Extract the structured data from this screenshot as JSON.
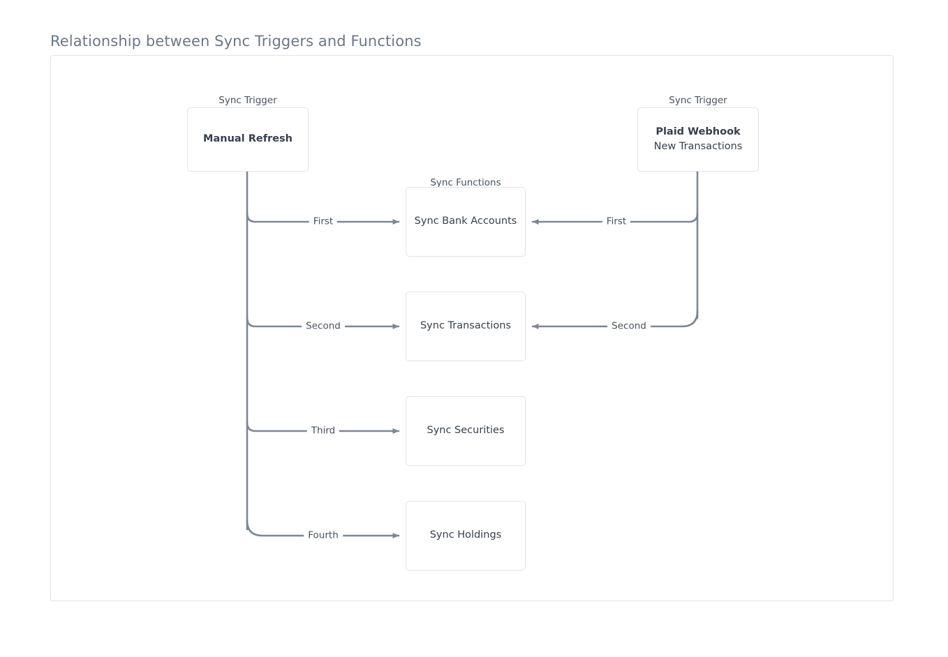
{
  "page": {
    "title": "Relationship between Sync Triggers and Functions"
  },
  "diagram": {
    "type": "flowchart",
    "group_labels": {
      "trigger_left": "Sync Trigger",
      "trigger_right": "Sync Trigger",
      "functions": "Sync Functions"
    },
    "nodes": [
      {
        "id": "manual-refresh",
        "group": "Sync Trigger",
        "title": "Manual Refresh",
        "subtitle": ""
      },
      {
        "id": "plaid-webhook",
        "group": "Sync Trigger",
        "title": "Plaid Webhook",
        "subtitle": "New Transactions"
      },
      {
        "id": "sync-bank-accounts",
        "group": "Sync Functions",
        "title": "Sync Bank Accounts",
        "subtitle": ""
      },
      {
        "id": "sync-transactions",
        "group": "Sync Functions",
        "title": "Sync Transactions",
        "subtitle": ""
      },
      {
        "id": "sync-securities",
        "group": "Sync Functions",
        "title": "Sync Securities",
        "subtitle": ""
      },
      {
        "id": "sync-holdings",
        "group": "Sync Functions",
        "title": "Sync Holdings",
        "subtitle": ""
      }
    ],
    "edges": [
      {
        "id": "e1",
        "from": "manual-refresh",
        "to": "sync-bank-accounts",
        "label": "First",
        "direction": "right"
      },
      {
        "id": "e2",
        "from": "manual-refresh",
        "to": "sync-transactions",
        "label": "Second",
        "direction": "right"
      },
      {
        "id": "e3",
        "from": "manual-refresh",
        "to": "sync-securities",
        "label": "Third",
        "direction": "right"
      },
      {
        "id": "e4",
        "from": "manual-refresh",
        "to": "sync-holdings",
        "label": "Fourth",
        "direction": "right"
      },
      {
        "id": "e5",
        "from": "plaid-webhook",
        "to": "sync-bank-accounts",
        "label": "First",
        "direction": "left"
      },
      {
        "id": "e6",
        "from": "plaid-webhook",
        "to": "sync-transactions",
        "label": "Second",
        "direction": "left"
      }
    ],
    "colors": {
      "title_text": "#6b7787",
      "node_border": "#dfe4ea",
      "node_text": "#36404e",
      "edge_stroke": "#7b8795",
      "container_border": "#dde3ea",
      "background": "#ffffff"
    }
  }
}
